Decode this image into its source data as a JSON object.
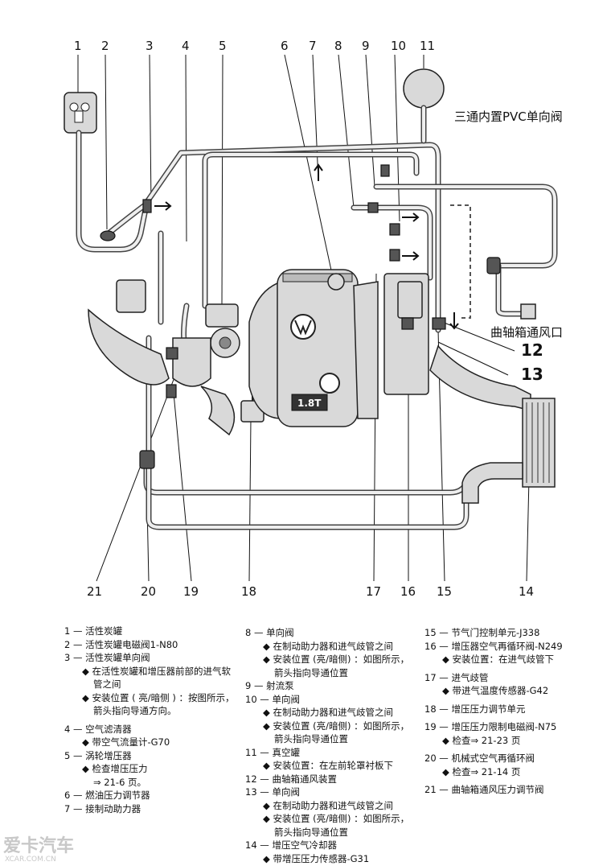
{
  "diagram": {
    "top_numbers": [
      "1",
      "2",
      "3",
      "4",
      "5",
      "6",
      "7",
      "8",
      "9",
      "10",
      "11"
    ],
    "bottom_numbers": [
      "21",
      "20",
      "19",
      "18",
      "17",
      "16",
      "15",
      "14"
    ],
    "side_numbers": [
      "12",
      "13"
    ],
    "annotation_pvc": "三通内置PVC单向阀",
    "annotation_vent": "曲轴箱通风口",
    "engine_badge": "1.8T"
  },
  "legend": {
    "col1": [
      {
        "type": "item",
        "text": "1 — 活性炭罐"
      },
      {
        "type": "item",
        "text": "2 — 活性炭罐电磁阀1-N80"
      },
      {
        "type": "item",
        "text": "3 — 活性炭罐单向阀"
      },
      {
        "type": "sub",
        "text": "◆ 在活性炭罐和增压器前部的进气软"
      },
      {
        "type": "sub2",
        "text": "管之间"
      },
      {
        "type": "sub",
        "text": "◆ 安装位置 ( 亮/暗侧 ) ：按图所示，"
      },
      {
        "type": "sub2",
        "text": "箭头指向导通方向。"
      },
      {
        "type": "gap",
        "text": ""
      },
      {
        "type": "item",
        "text": "4 — 空气滤清器"
      },
      {
        "type": "sub",
        "text": "◆ 带空气流量计-G70"
      },
      {
        "type": "item",
        "text": "5 — 涡轮增压器"
      },
      {
        "type": "sub",
        "text": "◆ 检查增压压力"
      },
      {
        "type": "sub2",
        "text": "⇒ 21-6 页。"
      },
      {
        "type": "item",
        "text": "6 — 燃油压力调节器"
      },
      {
        "type": "item",
        "text": "7 — 接制动助力器"
      }
    ],
    "col2": [
      {
        "type": "item",
        "text": "8 — 单向阀"
      },
      {
        "type": "sub",
        "text": "◆ 在制动助力器和进气歧管之间"
      },
      {
        "type": "sub",
        "text": "◆ 安装位置 (亮/暗侧) ：如图所示，"
      },
      {
        "type": "sub2",
        "text": "箭头指向导通位置"
      },
      {
        "type": "item",
        "text": "9 — 射流泵"
      },
      {
        "type": "item",
        "text": "10 — 单向阀"
      },
      {
        "type": "sub",
        "text": "◆ 在制动助力器和进气歧管之间"
      },
      {
        "type": "sub",
        "text": "◆ 安装位置 (亮/暗侧) ：如图所示，"
      },
      {
        "type": "sub2",
        "text": "箭头指向导通位置"
      },
      {
        "type": "item",
        "text": "11 — 真空罐"
      },
      {
        "type": "sub",
        "text": "◆ 安装位置：在左前轮罩衬板下"
      },
      {
        "type": "item",
        "text": "12 — 曲轴箱通风装置"
      },
      {
        "type": "item",
        "text": "13 — 单向阀"
      },
      {
        "type": "sub",
        "text": "◆ 在制动助力器和进气歧管之间"
      },
      {
        "type": "sub",
        "text": "◆ 安装位置 (亮/暗侧) ：如图所示，"
      },
      {
        "type": "sub2",
        "text": "箭头指向导通位置"
      },
      {
        "type": "item",
        "text": "14 — 增压空气冷却器"
      },
      {
        "type": "sub",
        "text": "◆ 带增压压力传感器-G31"
      }
    ],
    "col3": [
      {
        "type": "item",
        "text": "15 — 节气门控制单元-J338"
      },
      {
        "type": "item",
        "text": "16 — 增压器空气再循环阀-N249"
      },
      {
        "type": "sub",
        "text": "◆ 安装位置：在进气歧管下"
      },
      {
        "type": "gap",
        "text": ""
      },
      {
        "type": "item",
        "text": "17 — 进气歧管"
      },
      {
        "type": "sub",
        "text": "◆ 带进气温度传感器-G42"
      },
      {
        "type": "gap",
        "text": ""
      },
      {
        "type": "item",
        "text": "18 — 增压压力调节单元"
      },
      {
        "type": "gap",
        "text": ""
      },
      {
        "type": "item",
        "text": "19 — 增压压力限制电磁阀-N75"
      },
      {
        "type": "sub",
        "text": "◆ 检查⇒ 21-23 页"
      },
      {
        "type": "gap",
        "text": ""
      },
      {
        "type": "item",
        "text": "20 — 机械式空气再循环阀"
      },
      {
        "type": "sub",
        "text": "◆ 检查⇒ 21-14 页"
      },
      {
        "type": "gap",
        "text": ""
      },
      {
        "type": "item",
        "text": "21 — 曲轴箱通风压力调节阀"
      }
    ]
  },
  "watermark": {
    "line1": "爱卡汽车",
    "line2": "XCAR.COM.CN"
  }
}
